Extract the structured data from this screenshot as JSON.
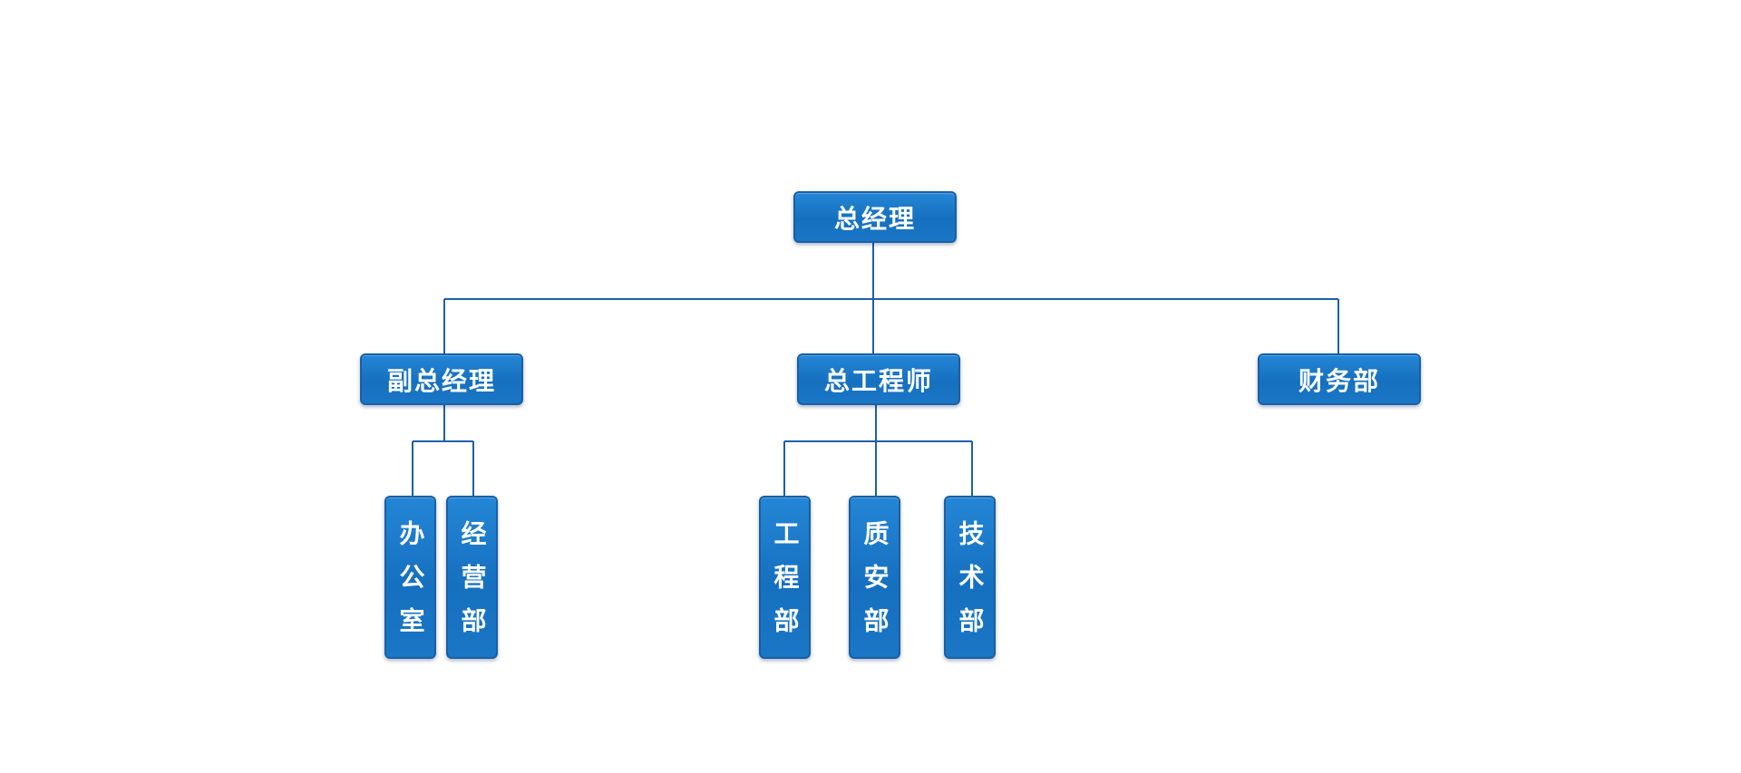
{
  "nodes": {
    "gm": "总经理",
    "deputy_gm": "副总经理",
    "chief_engineer": "总工程师",
    "finance": "财务部",
    "office": "办公室",
    "business": "经营部",
    "engineering": "工程部",
    "quality_safety": "质安部",
    "technology": "技术部"
  },
  "colors": {
    "node_fill": "#1670bf",
    "node_border": "#1a5fa6",
    "connector": "#1f5fa8",
    "text": "#ffffff"
  }
}
